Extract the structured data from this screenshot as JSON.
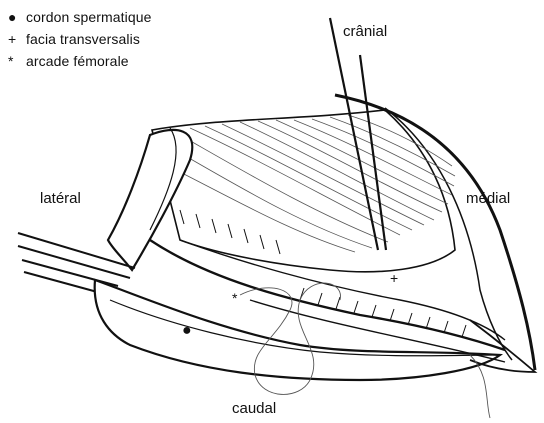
{
  "legend": {
    "items": [
      {
        "symbol": "●",
        "label": "cordon spermatique"
      },
      {
        "symbol": "+",
        "label": "facia transversalis"
      },
      {
        "symbol": "*",
        "label": "arcade fémorale"
      }
    ]
  },
  "orientation": {
    "cranial": "crânial",
    "lateral": "latéral",
    "medial": "médial",
    "caudal": "caudal"
  },
  "markers": {
    "cordon": "●",
    "facia": "+",
    "arcade": "*"
  },
  "colors": {
    "ink": "#111111",
    "background": "#ffffff",
    "thin_line": "#555555"
  }
}
